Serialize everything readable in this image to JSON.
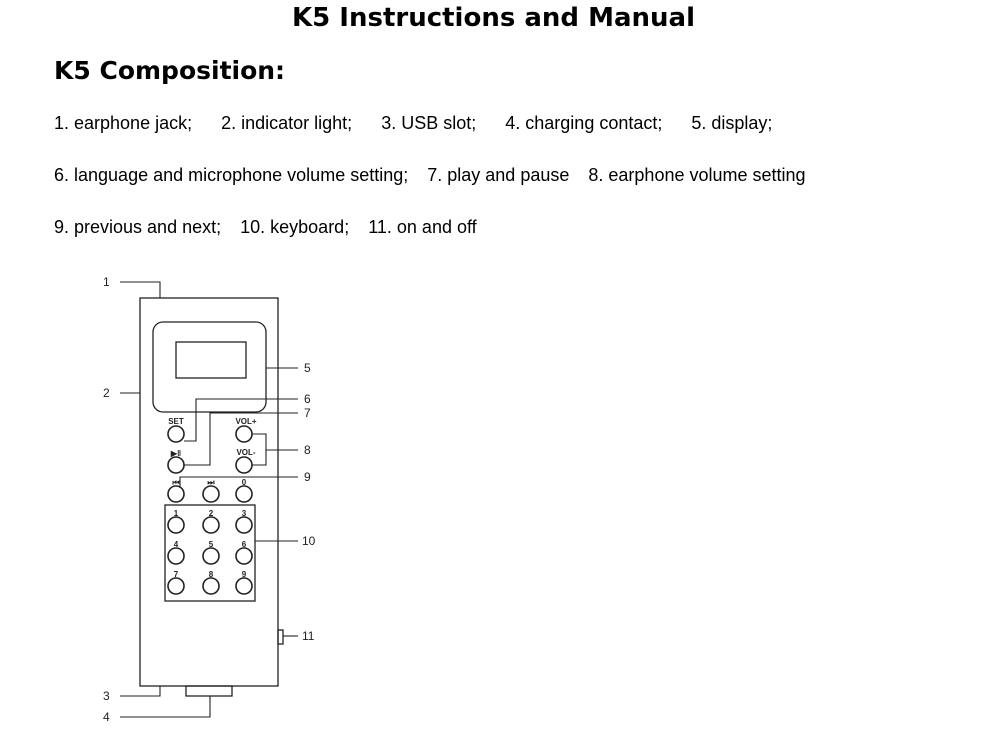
{
  "title": "K5 Instructions and Manual",
  "composition": {
    "heading": "K5 Composition:",
    "lines": [
      [
        "1. earphone jack;",
        "2. indicator light;",
        "3. USB slot;",
        "4. charging contact;",
        "5. display;"
      ],
      [
        "6. language and microphone volume setting;",
        "7. play and pause",
        "8. earphone volume setting"
      ],
      [
        "9. previous and next;",
        "10. keyboard;",
        "11. on and off"
      ]
    ]
  },
  "diagram": {
    "callouts": [
      "1",
      "2",
      "3",
      "4",
      "5",
      "6",
      "7",
      "8",
      "9",
      "10",
      "11"
    ],
    "button_labels": {
      "set": "SET",
      "vol_up": "VOL+",
      "vol_down": "VOL-",
      "play_pause": "▶‖",
      "prev": "⏮",
      "next": "⏭"
    },
    "keys": [
      "0",
      "1",
      "2",
      "3",
      "4",
      "5",
      "6",
      "7",
      "8",
      "9"
    ]
  }
}
